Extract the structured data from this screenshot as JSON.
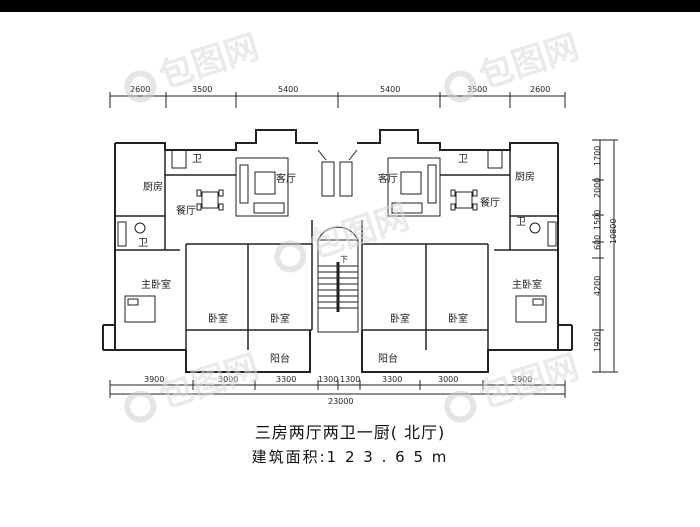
{
  "title_line": "三房两厅两卫一厨( 北厅)",
  "area_line": "建筑面积:1 2 3 . 6 5 m",
  "watermark_text": "包图网",
  "top_dims": [
    "2600",
    "3500",
    "5400",
    "5400",
    "3500",
    "2600"
  ],
  "bottom_dims": [
    "3900",
    "3000",
    "3300",
    "1300",
    "1300",
    "3300",
    "3000",
    "3900"
  ],
  "total_dim": "23000",
  "right_dims": [
    "1700",
    "2000",
    "1500",
    "600",
    "4200",
    "1920"
  ],
  "right_total": "10800",
  "rooms": {
    "wei": "卫",
    "keting": "客厅",
    "chufang": "厨房",
    "canting": "餐厅",
    "zhuwoshi": "主卧室",
    "woshi": "卧室",
    "yangtai": "阳台",
    "stair_mark": "下"
  }
}
